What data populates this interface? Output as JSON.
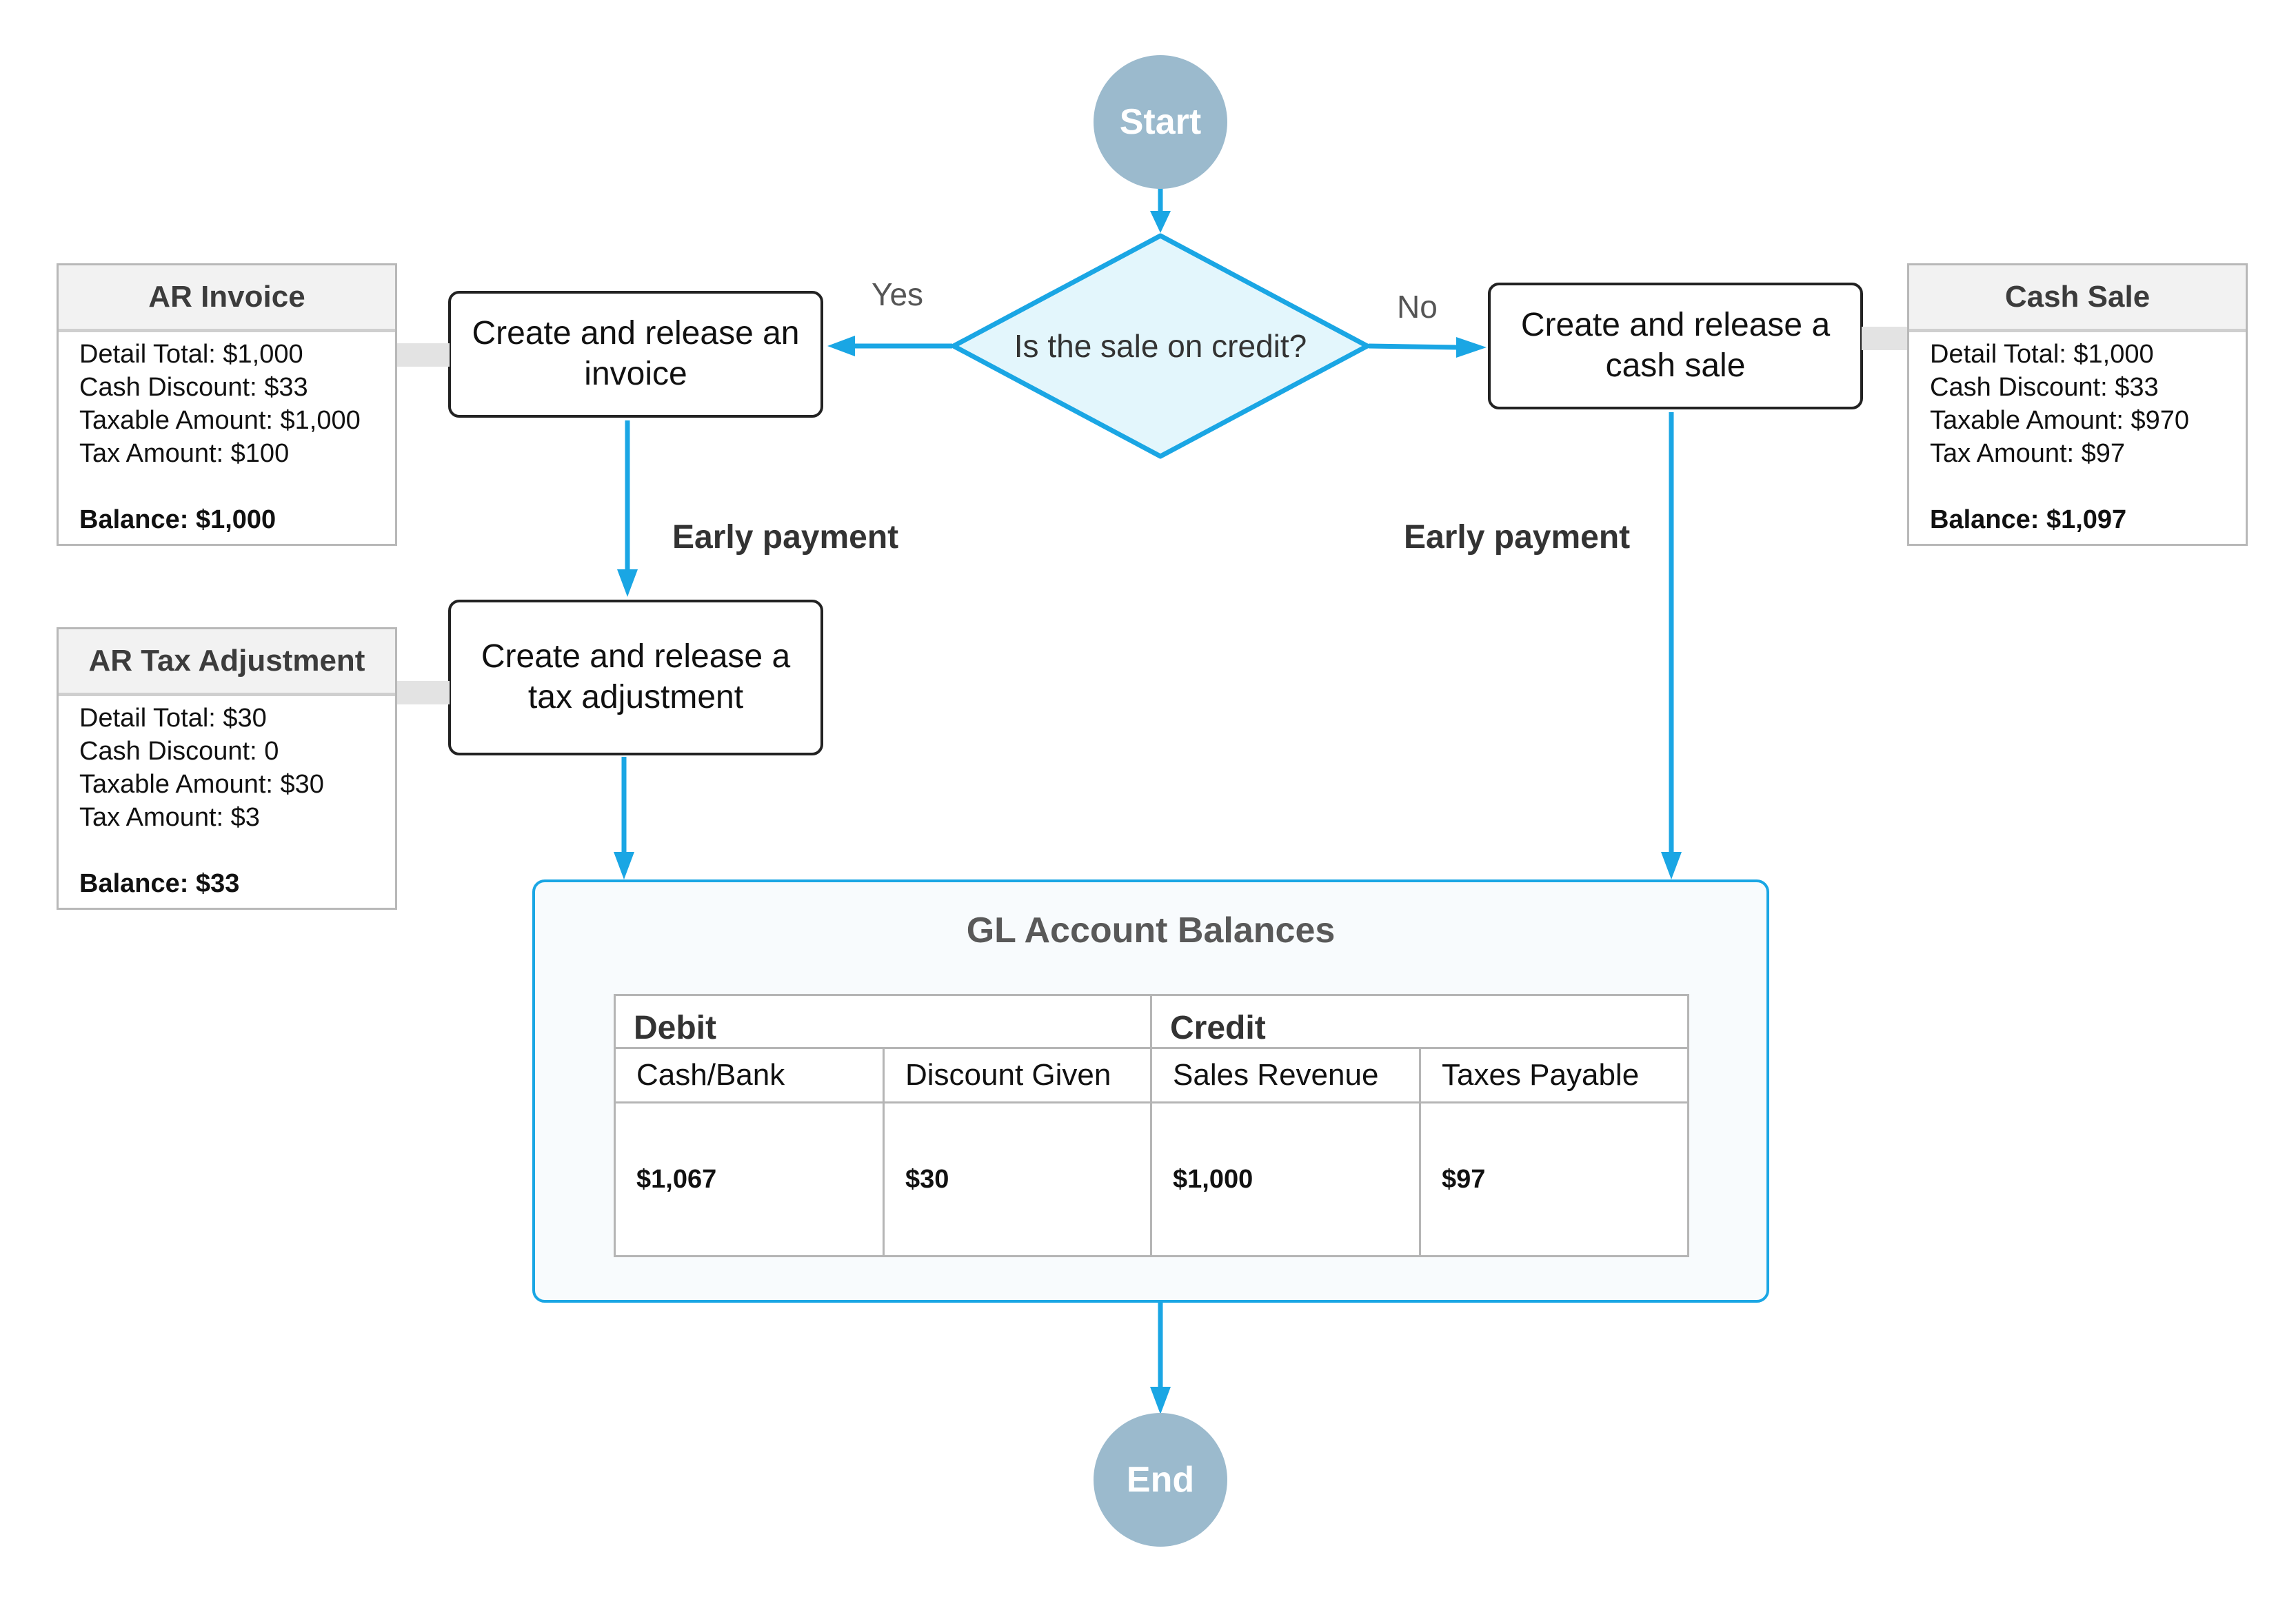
{
  "flow": {
    "start": "Start",
    "end": "End",
    "decision": "Is the sale on credit?",
    "yes_label": "Yes",
    "no_label": "No",
    "invoice_step": "Create and release an invoice",
    "tax_adjustment_step": "Create and release a tax adjustment",
    "cash_sale_step": "Create and release a cash sale",
    "early_payment_left": "Early payment",
    "early_payment_right": "Early payment"
  },
  "notes": {
    "ar_invoice": {
      "title": "AR Invoice",
      "lines": [
        "Detail Total: $1,000",
        "Cash Discount: $33",
        "Taxable Amount: $1,000",
        "Tax Amount: $100"
      ],
      "balance": "Balance: $1,000"
    },
    "ar_tax_adjustment": {
      "title": "AR Tax Adjustment",
      "lines": [
        "Detail Total: $30",
        "Cash Discount: 0",
        "Taxable Amount: $30",
        "Tax Amount: $3"
      ],
      "balance": "Balance: $33"
    },
    "cash_sale": {
      "title": "Cash Sale",
      "lines": [
        "Detail Total: $1,000",
        "Cash Discount: $33",
        "Taxable Amount: $970",
        "Tax Amount: $97"
      ],
      "balance": "Balance: $1,097"
    }
  },
  "gl": {
    "title": "GL Account Balances",
    "debit_header": "Debit",
    "credit_header": "Credit",
    "columns": [
      "Cash/Bank",
      "Discount Given",
      "Sales Revenue",
      "Taxes Payable"
    ],
    "values": [
      "$1,067",
      "$30",
      "$1,000",
      "$97"
    ]
  },
  "colors": {
    "arrow": "#1aa6e4",
    "terminal": "#9bbacd",
    "decision_fill": "#e3f6fc"
  }
}
